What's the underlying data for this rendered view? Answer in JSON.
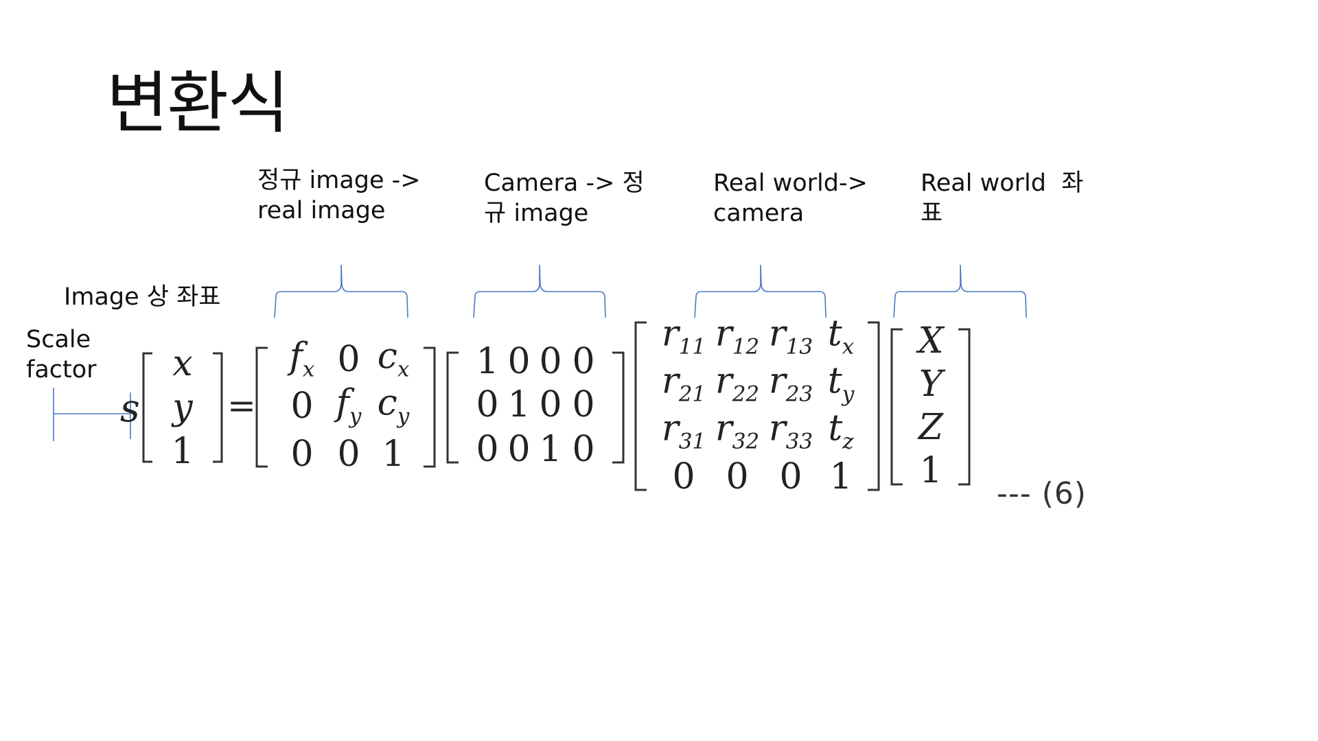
{
  "slide": {
    "title": "변환식",
    "labels": {
      "image_coords": "Image 상 좌표",
      "scale_line1": "Scale",
      "scale_line2": "factor",
      "norm_to_real_line1": "정규 image ->",
      "norm_to_real_line2": "real image",
      "camera_to_norm_line1": "Camera -> 정",
      "camera_to_norm_line2": "규 image",
      "world_to_camera_line1": "Real world->",
      "world_to_camera_line2": "camera",
      "world_coords_line1": "Real world  좌",
      "world_coords_line2": "표"
    },
    "equation": {
      "scale": "s",
      "equals": "=",
      "image_vector": [
        "x",
        "y",
        "1"
      ],
      "intrinsic": [
        [
          "f",
          "x",
          "0",
          "",
          "c",
          "x"
        ],
        [
          "0",
          "",
          "f",
          "y",
          "c",
          "y"
        ],
        [
          "0",
          "",
          "0",
          "",
          "1",
          ""
        ]
      ],
      "projection": [
        [
          "1",
          "0",
          "0",
          "0"
        ],
        [
          "0",
          "1",
          "0",
          "0"
        ],
        [
          "0",
          "0",
          "1",
          "0"
        ]
      ],
      "extrinsic": [
        [
          [
            "r",
            "11"
          ],
          [
            "r",
            "12"
          ],
          [
            "r",
            "13"
          ],
          [
            "t",
            "x"
          ]
        ],
        [
          [
            "r",
            "21"
          ],
          [
            "r",
            "22"
          ],
          [
            "r",
            "23"
          ],
          [
            "t",
            "y"
          ]
        ],
        [
          [
            "r",
            "31"
          ],
          [
            "r",
            "32"
          ],
          [
            "r",
            "33"
          ],
          [
            "t",
            "z"
          ]
        ],
        [
          [
            "0",
            ""
          ],
          [
            "0",
            ""
          ],
          [
            "0",
            ""
          ],
          [
            "1",
            ""
          ]
        ]
      ],
      "world_vector": [
        "X",
        "Y",
        "Z",
        "1"
      ],
      "number": "--- (6)"
    },
    "colors": {
      "annotation": "#4a78c2",
      "text": "#111111"
    }
  }
}
